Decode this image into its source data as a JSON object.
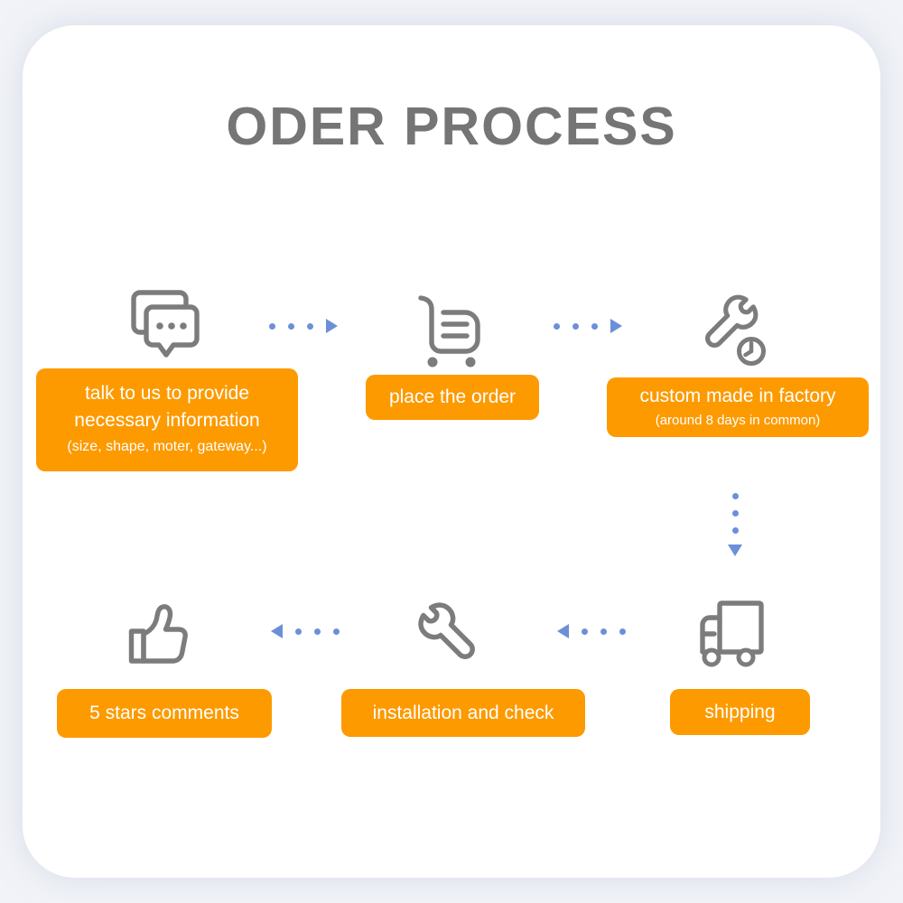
{
  "title": "ODER PROCESS",
  "colors": {
    "accent_orange": "#FC9A00",
    "arrow_blue": "#6C8FD9",
    "icon_gray": "#7C7C7C",
    "title_gray": "#757575",
    "card_background": "#FFFFFF",
    "page_background": "#F1F3F8"
  },
  "steps": {
    "talk": {
      "icon": "chat-bubbles-icon",
      "line1": "talk to us to provide",
      "line2": "necessary information",
      "sub": "(size, shape, moter, gateway...)"
    },
    "order": {
      "icon": "shopping-cart-icon",
      "line1": "place the order"
    },
    "factory": {
      "icon": "wrench-clock-icon",
      "line1": "custom made in factory",
      "sub": "(around 8 days in common)"
    },
    "shipping": {
      "icon": "delivery-truck-icon",
      "line1": "shipping"
    },
    "install": {
      "icon": "wrench-icon",
      "line1": "installation and check"
    },
    "stars": {
      "icon": "thumbs-up-icon",
      "line1": "5 stars comments"
    }
  },
  "arrows": {
    "talk_to_order": "dotted-arrow-right",
    "order_to_factory": "dotted-arrow-right",
    "factory_to_shipping": "dotted-arrow-down",
    "shipping_to_install": "dotted-arrow-left",
    "install_to_stars": "dotted-arrow-left"
  }
}
